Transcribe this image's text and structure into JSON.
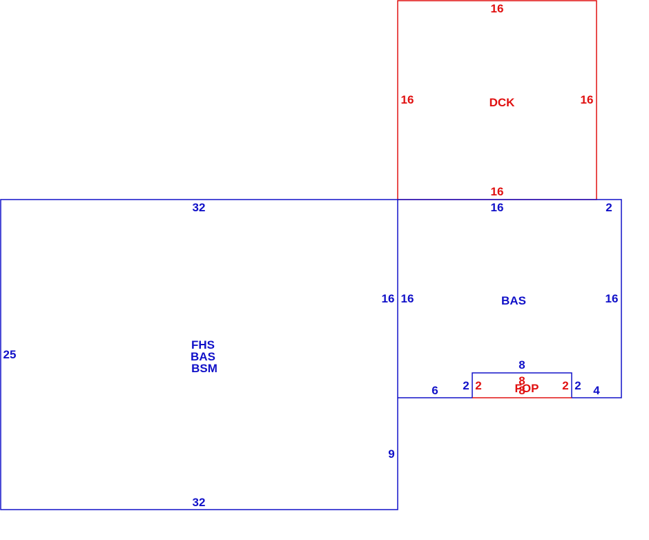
{
  "colors": {
    "living": "#1010c8",
    "deck": "#e01010",
    "background": "#ffffff"
  },
  "areas": {
    "main": {
      "codes": [
        "FHS",
        "BAS",
        "BSM"
      ],
      "dims": {
        "top": "32",
        "bottom": "32",
        "left": "25",
        "right_upper": "16",
        "right_lower": "9"
      }
    },
    "addition": {
      "code": "BAS",
      "dims": {
        "top": "16",
        "top_right": "2",
        "left": "16",
        "right": "16",
        "bottom_left": "6",
        "bottom_notch_left": "2",
        "bottom_notch_right": "2",
        "bottom_right": "4",
        "notch_top": "8"
      }
    },
    "deck": {
      "code": "DCK",
      "dims": {
        "top": "16",
        "bottom": "16",
        "left": "16",
        "right": "16"
      }
    },
    "porch": {
      "code": "FOP",
      "dims": {
        "top": "8",
        "bottom": "8",
        "left": "2",
        "right": "2"
      }
    }
  }
}
